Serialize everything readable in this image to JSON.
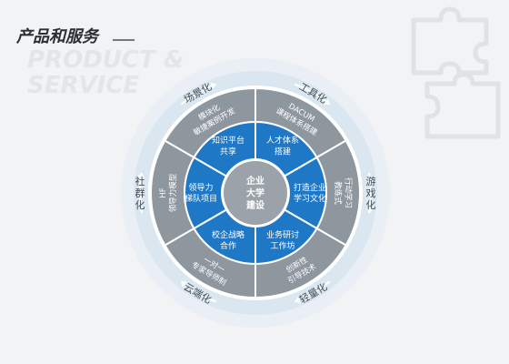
{
  "header": {
    "title": "产品和服务",
    "watermark_lines": [
      "PRODUCT &",
      "SERVICE"
    ]
  },
  "center": {
    "lines": [
      "企业",
      "大学",
      "建设"
    ]
  },
  "inner_segments": [
    {
      "lines": [
        "人才体系",
        "搭建"
      ]
    },
    {
      "lines": [
        "打造企业",
        "学习文化"
      ]
    },
    {
      "lines": [
        "业务研讨",
        "工作坊"
      ]
    },
    {
      "lines": [
        "校企战略",
        "合作"
      ]
    },
    {
      "lines": [
        "领导力",
        "梯队项目"
      ]
    },
    {
      "lines": [
        "知识平台",
        "共享"
      ]
    }
  ],
  "outer_segments": [
    {
      "lines": [
        "DACUM",
        "课程体系搭建"
      ]
    },
    {
      "lines": [
        "行动学习",
        "教练式"
      ]
    },
    {
      "lines": [
        "创新性",
        "引导技术"
      ]
    },
    {
      "lines": [
        "一对一",
        "专家导师制"
      ]
    },
    {
      "lines": [
        "HF",
        "领导力模型"
      ]
    },
    {
      "lines": [
        "模块化",
        "敏捷案例开发"
      ]
    }
  ],
  "ring_labels": [
    {
      "text": "工具化"
    },
    {
      "text": "游戏化"
    },
    {
      "text": "轻量化"
    },
    {
      "text": "云端化"
    },
    {
      "text": "社群化"
    },
    {
      "text": "场景化"
    }
  ],
  "colors": {
    "background": "#f1f3f5",
    "inner_blue": "#1f78c6",
    "outer_gray": "#8e969e",
    "center_gray": "#9ba2a9",
    "ring": "#dbe7f0",
    "ring_text": "#3f4a54",
    "title": "#2a2f35",
    "puzzle_icon": "#dfe3e7"
  }
}
